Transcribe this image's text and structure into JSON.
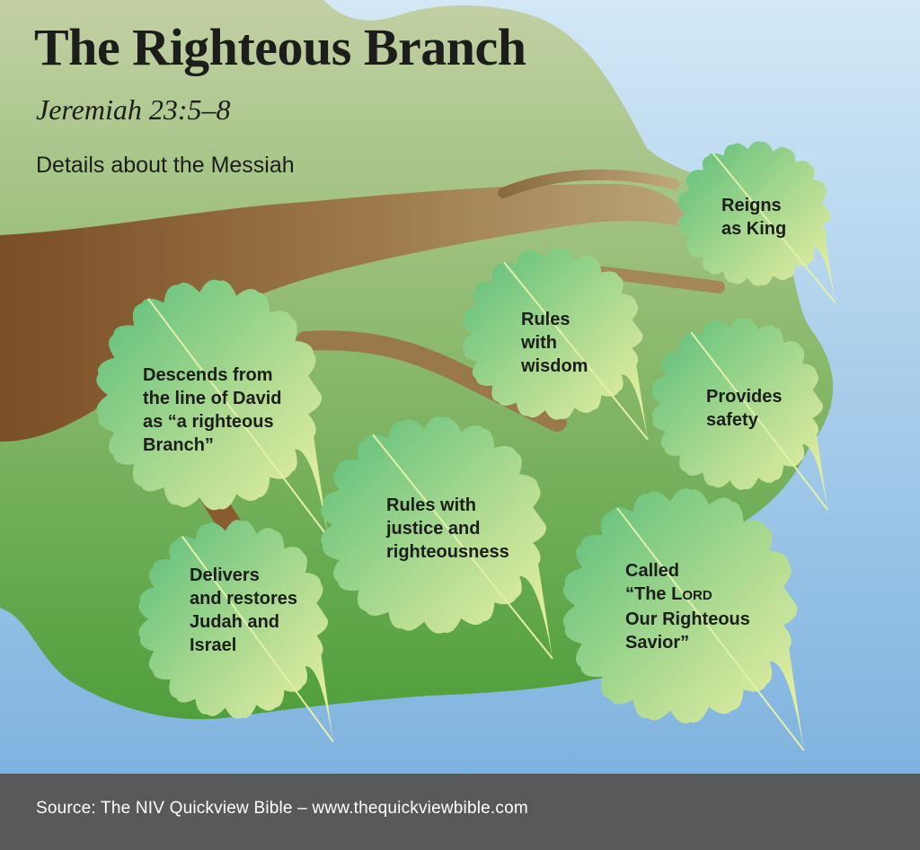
{
  "title": "The Righteous Branch",
  "reference": "Jeremiah 23:5–8",
  "subtitle": "Details about the Messiah",
  "leaves": [
    {
      "id": "reigns",
      "text": "Reigns\nas King"
    },
    {
      "id": "wisdom",
      "text": "Rules\nwith\nwisdom"
    },
    {
      "id": "safety",
      "text": "Provides\nsafety"
    },
    {
      "id": "descends",
      "text": "Descends from\nthe line of David\nas “a righteous\nBranch”"
    },
    {
      "id": "justice",
      "text": "Rules with\njustice and\nrighteousness"
    },
    {
      "id": "delivers",
      "text": "Delivers\nand restores\nJudah and\nIsrael"
    },
    {
      "id": "called",
      "text": "Called\n“The LORD\nOur Righteous\nSavior”"
    }
  ],
  "footer": {
    "source": "Source: The NIV Quickview Bible – www.thequickviewbible.com"
  },
  "colors": {
    "sky_top": "#d2e8f6",
    "sky_bottom": "#7fb3df",
    "foliage_top": "#b9c99a",
    "foliage_bottom": "#5aa544",
    "branch_dark": "#7a4e26",
    "branch_light": "#b59a6a",
    "leaf_green": "#66c27a",
    "leaf_yellow": "#f2f2a2",
    "footer_bg": "#58595b"
  }
}
